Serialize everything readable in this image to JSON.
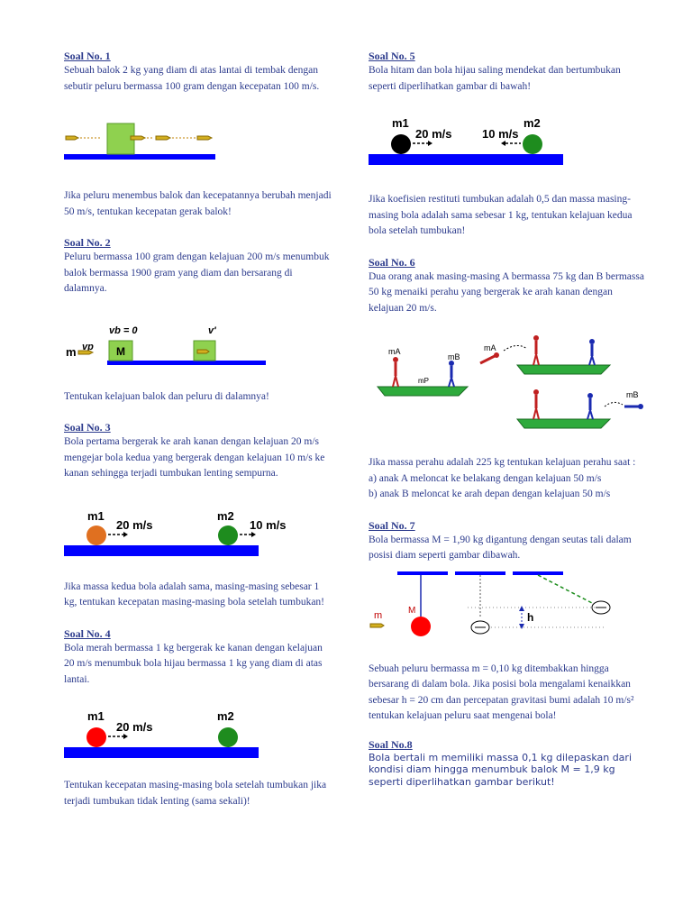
{
  "s1": {
    "title": "Soal No. 1",
    "text": "Sebuah balok 2 kg yang diam di atas lantai di tembak dengan sebutir peluru bermassa 100 gram dengan kecepatan 100 m/s.",
    "q": "Jika peluru menembus balok dan kecepatannya berubah menjadi 50 m/s, tentukan kecepatan gerak balok!"
  },
  "s2": {
    "title": "Soal No. 2",
    "text": "Peluru bermassa 100 gram dengan kelajuan 200 m/s menumbuk balok bermassa 1900 gram yang diam dan bersarang di dalamnya.",
    "fig": {
      "m": "m",
      "vp": "vp",
      "vb": "vb = 0",
      "M": "M",
      "v": "v'"
    },
    "q": "Tentukan kelajuan balok dan peluru di dalamnya!"
  },
  "s3": {
    "title": "Soal No. 3",
    "text": "Bola pertama bergerak ke arah kanan dengan kelajuan 20 m/s mengejar bola kedua yang bergerak dengan kelajuan 10 m/s ke kanan sehingga terjadi tumbukan lenting sempurna.",
    "fig": {
      "m1": "m1",
      "v1": "20 m/s",
      "m2": "m2",
      "v2": "10 m/s"
    },
    "q": "Jika massa kedua bola adalah sama, masing-masing sebesar 1 kg, tentukan kecepatan masing-masing bola setelah tumbukan!"
  },
  "s4": {
    "title": "Soal No. 4",
    "text": "Bola merah bermassa 1 kg bergerak ke kanan dengan kelajuan 20 m/s menumbuk bola hijau bermassa 1 kg yang diam di atas lantai.",
    "fig": {
      "m1": "m1",
      "v1": "20 m/s",
      "m2": "m2"
    },
    "q": "Tentukan kecepatan masing-masing bola setelah tumbukan jika terjadi tumbukan tidak lenting (sama sekali)!"
  },
  "s5": {
    "title": "Soal No. 5",
    "text": "Bola hitam dan bola hijau saling mendekat dan bertumbukan seperti diperlihatkan gambar di bawah!",
    "fig": {
      "m1": "m1",
      "v1": "20 m/s",
      "m2": "m2",
      "v2": "10 m/s"
    },
    "q": "Jika koefisien restituti tumbukan adalah 0,5 dan massa masing-masing bola adalah sama sebesar 1 kg, tentukan kelajuan kedua bola setelah tumbukan!"
  },
  "s6": {
    "title": "Soal No. 6",
    "text": "Dua orang anak masing-masing A bermassa 75 kg dan B bermassa 50 kg menaiki perahu yang bergerak ke arah kanan dengan kelajuan 20 m/s.",
    "fig": {
      "mA": "mA",
      "mB": "mB",
      "mP": "mP"
    },
    "q": "Jika massa perahu adalah 225 kg tentukan kelajuan perahu saat :",
    "a": "a) anak A meloncat ke belakang dengan kelajuan 50 m/s",
    "b": "b) anak B meloncat ke arah depan dengan kelajuan 50 m/s"
  },
  "s7": {
    "title": "Soal No. 7",
    "text": "Bola bermassa M = 1,90 kg digantung dengan seutas tali dalam posisi diam seperti gambar dibawah.",
    "fig": {
      "m": "m",
      "M": "M",
      "h": "h"
    },
    "q": "Sebuah peluru bermassa m = 0,10 kg ditembakkan hingga bersarang di dalam bola. Jika posisi bola mengalami kenaikkan sebesar h = 20 cm dan percepatan gravitasi bumi adalah 10 m/s² tentukan kelajuan peluru saat mengenai bola!"
  },
  "s8": {
    "title": "Soal No.8",
    "text": "Bola bertali m memiliki massa 0,1 kg dilepaskan dari kondisi diam hingga menumbuk balok M = 1,9 kg seperti diperlihatkan gambar berikut!"
  },
  "colors": {
    "text": "#2b3a8c",
    "floor": "#0000ff",
    "block": "#8fd14f",
    "red": "#ff0000",
    "green": "#1e8c1e",
    "orange": "#e07020",
    "boat": "#2eaa3c"
  }
}
